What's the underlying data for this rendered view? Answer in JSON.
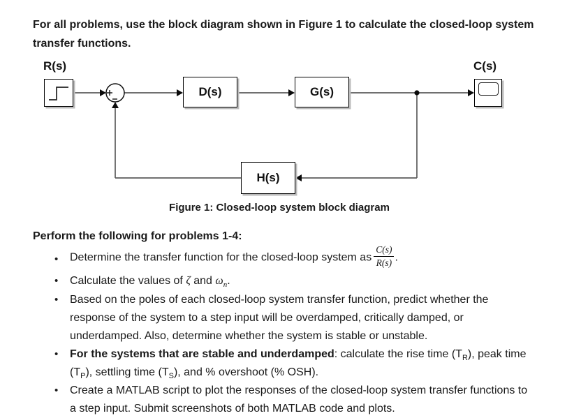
{
  "intro": "For all problems, use the block diagram shown in Figure 1 to calculate the closed-loop system transfer functions.",
  "diagram": {
    "input_label": "R(s)",
    "output_label": "C(s)",
    "blocks": {
      "controller": "D(s)",
      "plant": "G(s)",
      "feedback": "H(s)"
    },
    "sum": {
      "plus": "+",
      "minus": "−"
    },
    "icons": {
      "source": "step-input-icon",
      "sink": "scope-icon"
    },
    "caption": "Figure 1: Closed-loop system block diagram"
  },
  "tasks": {
    "heading": "Perform the following for problems 1-4:",
    "bullet_char": "•",
    "bullet1": {
      "pre": "Determine the transfer function for the closed-loop system as",
      "frac_num": "C(s)",
      "frac_den": "R(s)",
      "post": "."
    },
    "bullet2": {
      "pre": "Calculate the values of ",
      "zeta": "ζ",
      "mid": " and ",
      "omega": "ω",
      "omega_sub": "n",
      "post": "."
    },
    "bullet3": "Based on the poles of each closed-loop system transfer function, predict whether the response of the system to a step input will be overdamped, critically damped, or underdamped. Also, determine whether the system is stable or unstable.",
    "bullet4": {
      "bold": "For the systems that are stable and underdamped",
      "t1": ": calculate the rise time (T",
      "subR": "R",
      "t2": "), peak time (T",
      "subP": "P",
      "t3": "), settling time (T",
      "subS": "S",
      "t4": "), and % overshoot (% OSH)."
    },
    "bullet5": "Create a MATLAB script to plot the responses of the closed-loop system transfer functions to a step input. Submit screenshots of both MATLAB code and plots."
  }
}
